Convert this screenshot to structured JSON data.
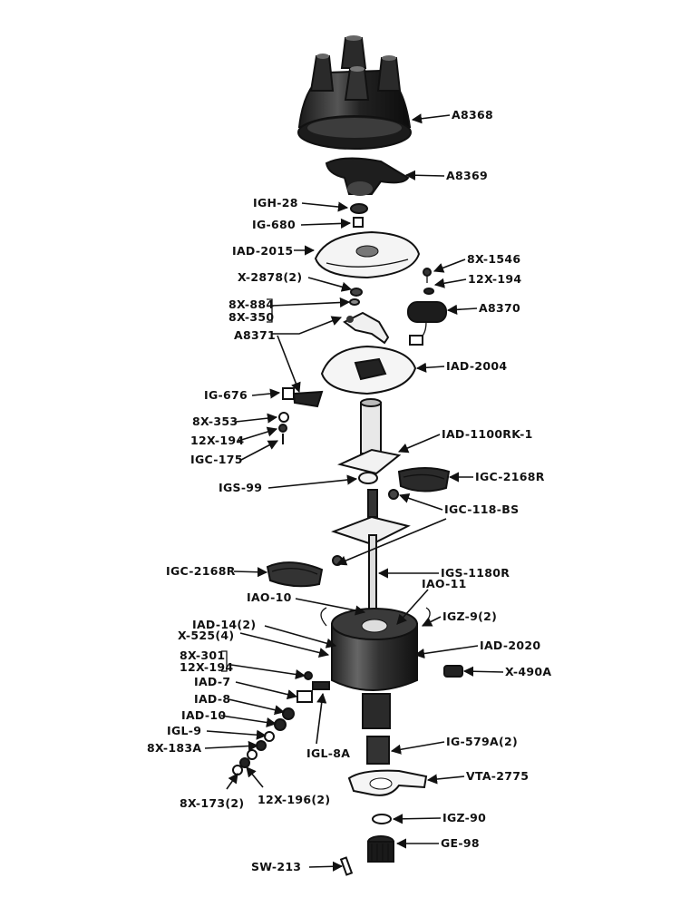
{
  "labels": {
    "a8368": "A8368",
    "a8369": "A8369",
    "igh28": "IGH-28",
    "ig680": "IG-680",
    "iad2015": "IAD-2015",
    "x2878": "X-2878(2)",
    "bx884": "8X-884",
    "bx350": "8X-350",
    "a8371": "A8371",
    "ig676": "IG-676",
    "bx353": "8X-353",
    "x194a": "12X-194",
    "igc175": "IGC-175",
    "igs99": "IGS-99",
    "bx1546": "8X-1546",
    "x194b": "12X-194",
    "a8370": "A8370",
    "iad2004": "IAD-2004",
    "iad1100": "IAD-1100RK-1",
    "igc2168r_right": "IGC-2168R",
    "igc118": "IGC-118-BS",
    "igc2168r_left": "IGC-2168R",
    "igs1180r": "IGS-1180R",
    "iao10": "IAO-10",
    "iao11": "IAO-11",
    "iad14": "IAD-14(2)",
    "x525": "X-525(4)",
    "igz9": "IGZ-9(2)",
    "bx301": "8X-301",
    "x194c": "12X-194",
    "iad2020": "IAD-2020",
    "x490a": "X-490A",
    "iad7": "IAD-7",
    "iad8": "IAD-8",
    "iad10": "IAD-10",
    "igl9": "IGL-9",
    "bx183a": "8X-183A",
    "igl8a": "IGL-8A",
    "ig579a": "IG-579A(2)",
    "vta2775": "VTA-2775",
    "bx173": "8X-173(2)",
    "x196": "12X-196(2)",
    "igz90": "IGZ-90",
    "ge98": "GE-98",
    "sw213": "SW-213"
  }
}
